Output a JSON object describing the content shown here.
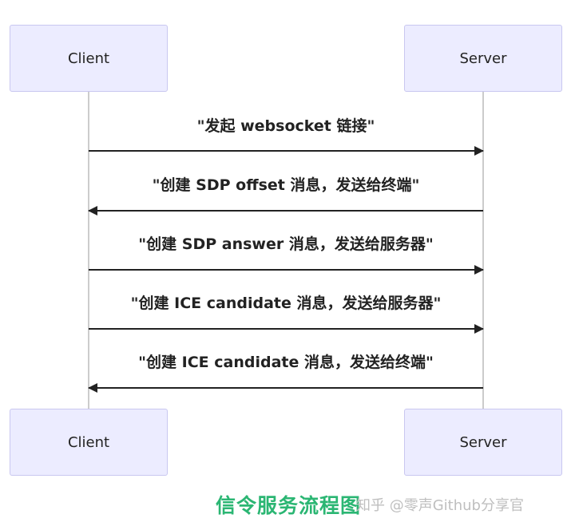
{
  "actors": {
    "client": "Client",
    "server": "Server"
  },
  "messages": [
    {
      "label": "\"发起 websocket 链接\"",
      "from": "Client",
      "to": "Server"
    },
    {
      "label": "\"创建 SDP offset 消息，发送给终端\"",
      "from": "Server",
      "to": "Client"
    },
    {
      "label": "\"创建 SDP answer 消息，发送给服务器\"",
      "from": "Client",
      "to": "Server"
    },
    {
      "label": "\"创建 ICE candidate 消息，发送给服务器\"",
      "from": "Client",
      "to": "Server"
    },
    {
      "label": "\"创建 ICE candidate 消息，发送给终端\"",
      "from": "Server",
      "to": "Client"
    }
  ],
  "caption": "信令服务流程图",
  "watermark": "知乎 @零声Github分享官",
  "colors": {
    "actor_fill": "#ECECFF",
    "actor_border": "#C9C7F0",
    "line": "#222222",
    "caption": "#2bb673"
  }
}
